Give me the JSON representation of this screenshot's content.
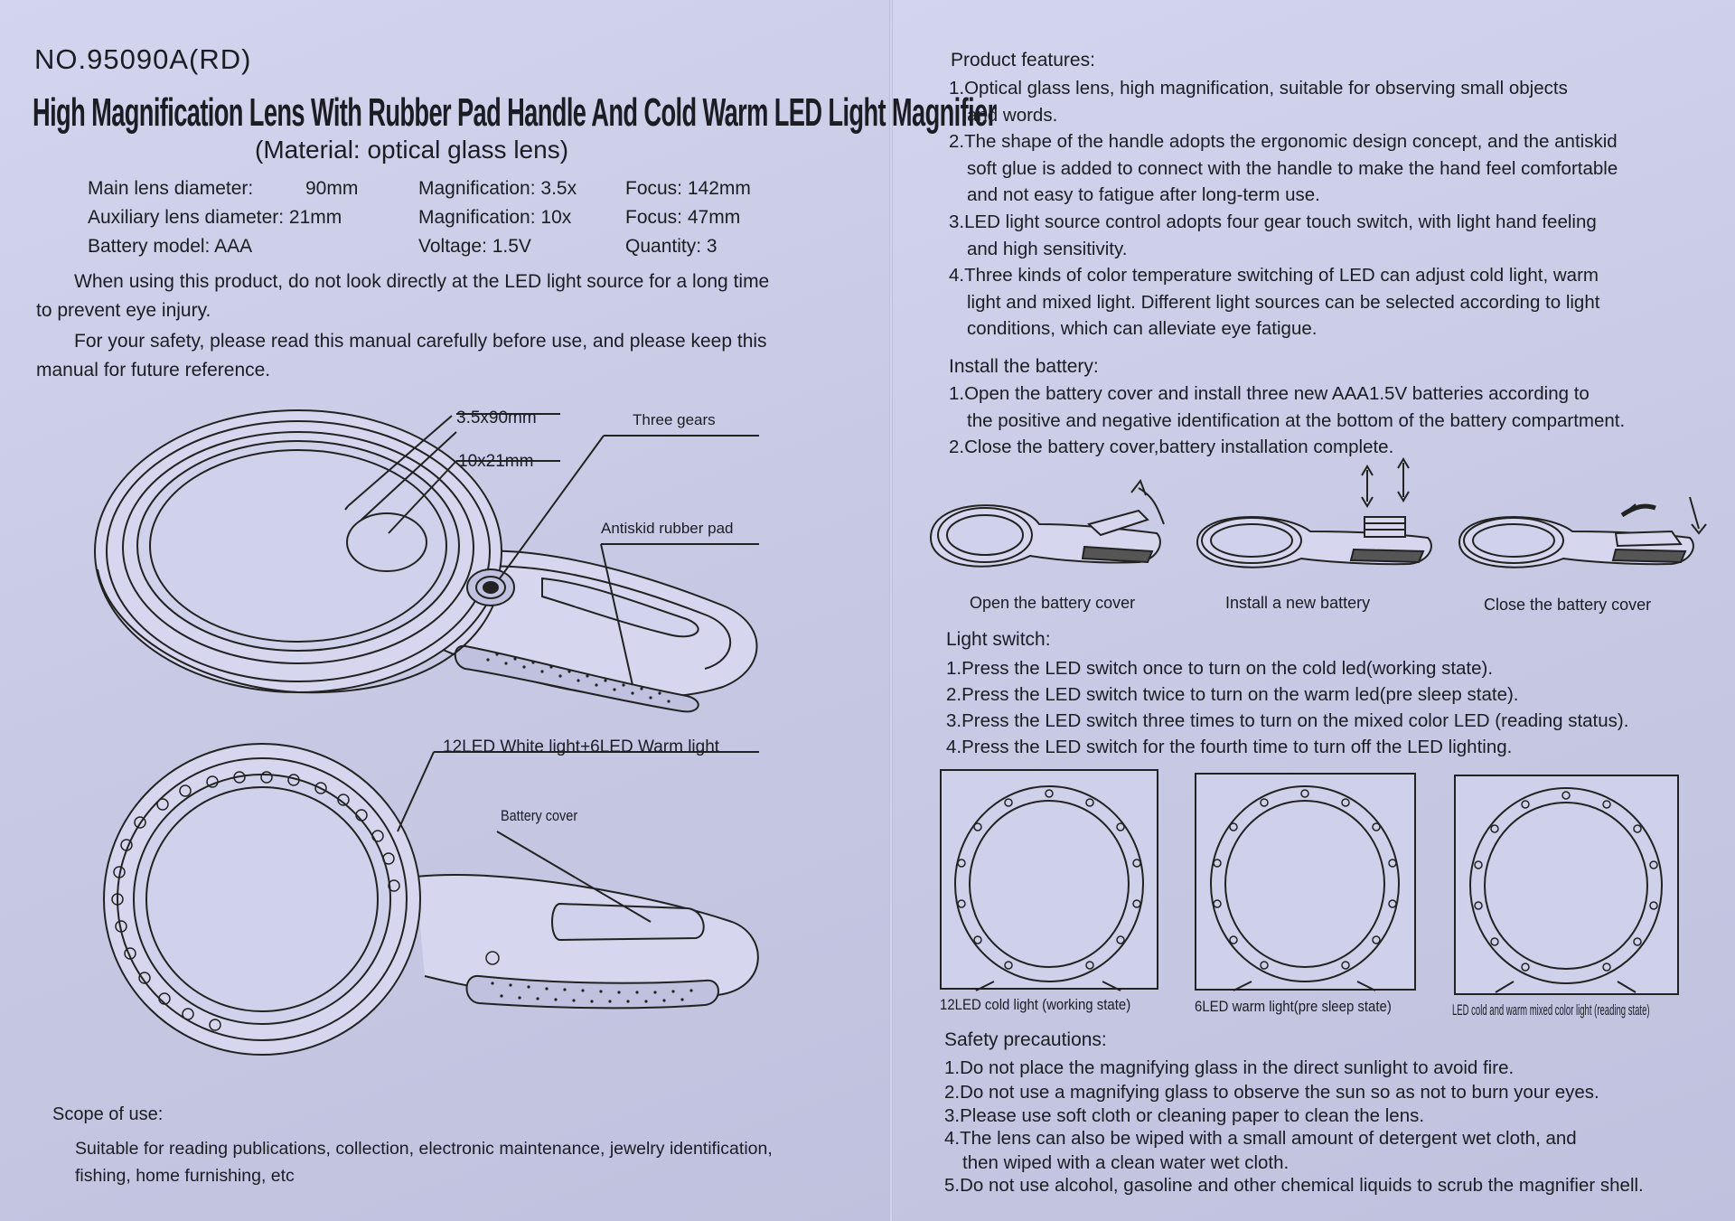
{
  "header": {
    "model": "NO.95090A(RD)",
    "title": "High Magnification Lens With Rubber Pad Handle And Cold Warm LED Light Magnifier",
    "material": "(Material: optical glass lens)"
  },
  "specs": {
    "main_lens_label": "Main lens diameter:",
    "main_lens_value": "90mm",
    "aux_lens_label": "Auxiliary lens diameter: 21mm",
    "battery_model": "Battery model: AAA",
    "magnification_1": "Magnification: 3.5x",
    "magnification_2": "Magnification: 10x",
    "voltage": "Voltage: 1.5V",
    "focus_1": "Focus: 142mm",
    "focus_2": "Focus: 47mm",
    "quantity": "Quantity: 3"
  },
  "warnings": {
    "p1": "When using this product, do not look directly at the LED light source for a long time to prevent eye injury.",
    "p2": "For your safety, please read this manual carefully before use, and please keep this manual for future reference."
  },
  "diagram_top": {
    "label_main": "3.5x90mm",
    "label_gears": "Three gears",
    "label_aux": "10x21mm",
    "label_pad": "Antiskid rubber pad"
  },
  "diagram_bottom": {
    "label_led": "12LED White light+6LED Warm light",
    "label_cover": "Battery cover"
  },
  "scope": {
    "label": "Scope of use:",
    "text": "Suitable for reading publications, collection, electronic maintenance, jewelry identification, fishing, home furnishing, etc"
  },
  "features": {
    "heading": "Product features:",
    "items": [
      {
        "l1": "1.Optical glass lens, high magnification, suitable for observing small objects",
        "l2": "and words."
      },
      {
        "l1": "2.The shape of the handle adopts the ergonomic design concept, and the antiskid",
        "l2": "soft glue is added to connect with the handle to make the hand feel comfortable",
        "l3": "and not easy to fatigue after long-term use."
      },
      {
        "l1": "3.LED light source control adopts four gear touch switch, with light hand feeling",
        "l2": "and high sensitivity."
      },
      {
        "l1": "4.Three kinds of color temperature switching of LED can adjust cold light, warm",
        "l2": "light and mixed light. Different light sources can be selected according to light",
        "l3": "conditions, which can alleviate eye fatigue."
      }
    ]
  },
  "install": {
    "heading": "Install the battery:",
    "items": [
      {
        "l1": "1.Open the battery cover and install three new AAA1.5V batteries according to",
        "l2": "the positive and negative identification at the bottom of the battery compartment."
      },
      {
        "l1": "2.Close the battery cover,battery installation complete."
      }
    ],
    "captions": [
      "Open the battery cover",
      "Install a new battery",
      "Close the battery cover"
    ]
  },
  "light_switch": {
    "heading": "Light switch:",
    "items": [
      "1.Press the LED switch once to turn on the cold led(working state).",
      "2.Press the LED switch twice to turn on the warm led(pre sleep state).",
      "3.Press the LED switch three times to turn on the mixed color LED (reading status).",
      "4.Press the LED switch for the fourth time to turn off the LED lighting."
    ],
    "captions": [
      "12LED cold light (working state)",
      "6LED warm light(pre sleep state)",
      "LED cold and warm mixed color light (reading state)"
    ]
  },
  "safety": {
    "heading": "Safety precautions:",
    "items": [
      {
        "l1": "1.Do not place the magnifying glass in the direct sunlight to avoid fire."
      },
      {
        "l1": "2.Do not use a magnifying glass to observe the sun so as not to burn your eyes."
      },
      {
        "l1": "3.Please use soft cloth or cleaning paper to clean the lens."
      },
      {
        "l1": "4.The lens can also be wiped with a small amount of detergent wet cloth, and",
        "l2": "then wiped with a clean water wet cloth."
      },
      {
        "l1": "5.Do not use alcohol, gasoline and other chemical liquids to scrub the magnifier shell."
      }
    ]
  }
}
